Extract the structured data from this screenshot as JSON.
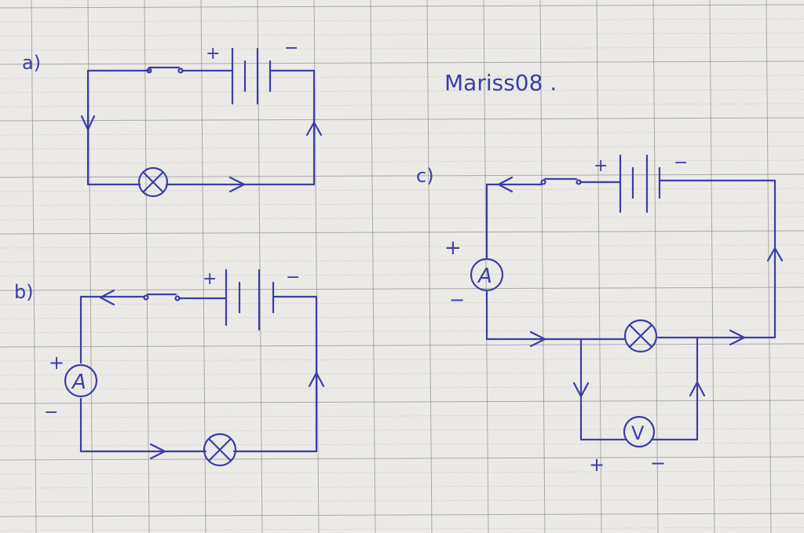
{
  "watermark": "Mariss08 .",
  "colors": {
    "paper": "#eceae6",
    "ink": "#3a3ea8",
    "grid": "#8d8d8d"
  },
  "circuits": [
    {
      "label": "a)",
      "plus": "+",
      "minus": "−"
    },
    {
      "label": "b)",
      "plus": "+",
      "minus": "−",
      "ammeter": "A",
      "ammeter_plus": "+",
      "ammeter_minus": "−"
    },
    {
      "label": "c)",
      "plus": "+",
      "minus": "−",
      "ammeter": "A",
      "ammeter_plus": "+",
      "ammeter_minus": "−",
      "voltmeter": "V",
      "voltmeter_plus": "+",
      "voltmeter_minus": "−"
    }
  ],
  "icons": [
    "lamp-icon",
    "ammeter-icon",
    "voltmeter-icon",
    "battery-icon",
    "switch-icon",
    "arrow-icon"
  ]
}
